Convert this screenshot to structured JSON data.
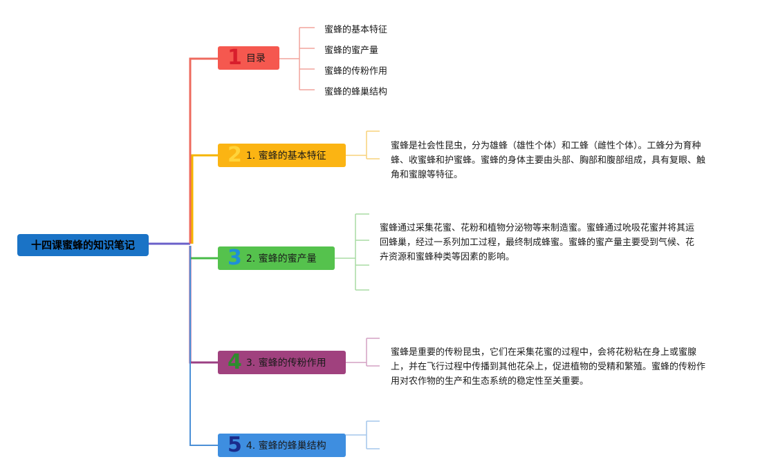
{
  "root": {
    "title": "十四课蜜蜂的知识笔记",
    "color": "#1a73c6"
  },
  "branches": [
    {
      "num": "1",
      "label": "目录",
      "box_color": "#f5584f",
      "num_color": "#d81e2c",
      "line_color": "#ee6a5e",
      "children": [
        "蜜蜂的基本特征",
        "蜜蜂的蜜产量",
        "蜜蜂的传粉作用",
        "蜜蜂的蜂巢结构"
      ]
    },
    {
      "num": "2",
      "label": "1. 蜜蜂的基本特征",
      "box_color": "#fbb413",
      "num_color": "#ffd43b",
      "line_color": "#f5b400",
      "desc": [
        "蜜蜂是社会性昆虫，分为雄蜂（雄性个体）和工蜂（雌性个体）。工蜂分为育种",
        "蜂、收蜜蜂和护蜜蜂。蜜蜂的身体主要由头部、胸部和腹部组成，具有复眼、触",
        "角和蜜腺等特征。"
      ]
    },
    {
      "num": "3",
      "label": "2. 蜜蜂的蜜产量",
      "box_color": "#55c24d",
      "num_color": "#1f8fd8",
      "line_color": "#48bb48",
      "desc": [
        "蜜蜂通过采集花蜜、花粉和植物分泌物等来制造蜜。蜜蜂通过吮吸花蜜并将其运",
        "回蜂巢，经过一系列加工过程，最终制成蜂蜜。蜜蜂的蜜产量主要受到气候、花",
        "卉资源和蜜蜂种类等因素的影响。"
      ]
    },
    {
      "num": "4",
      "label": "3. 蜜蜂的传粉作用",
      "box_color": "#a0417e",
      "num_color": "#2e8b2e",
      "line_color": "#9b3f83",
      "desc": [
        "蜜蜂是重要的传粉昆虫，它们在采集花蜜的过程中，会将花粉粘在身上或蜜腺",
        "上，并在飞行过程中传播到其他花朵上，促进植物的受精和繁殖。蜜蜂的传粉作",
        "用对农作物的生产和生态系统的稳定性至关重要。"
      ]
    },
    {
      "num": "5",
      "label": "4. 蜜蜂的蜂巢结构",
      "box_color": "#3e8ee0",
      "num_color": "#1a2c8c",
      "line_color": "#4a8fd6"
    }
  ]
}
